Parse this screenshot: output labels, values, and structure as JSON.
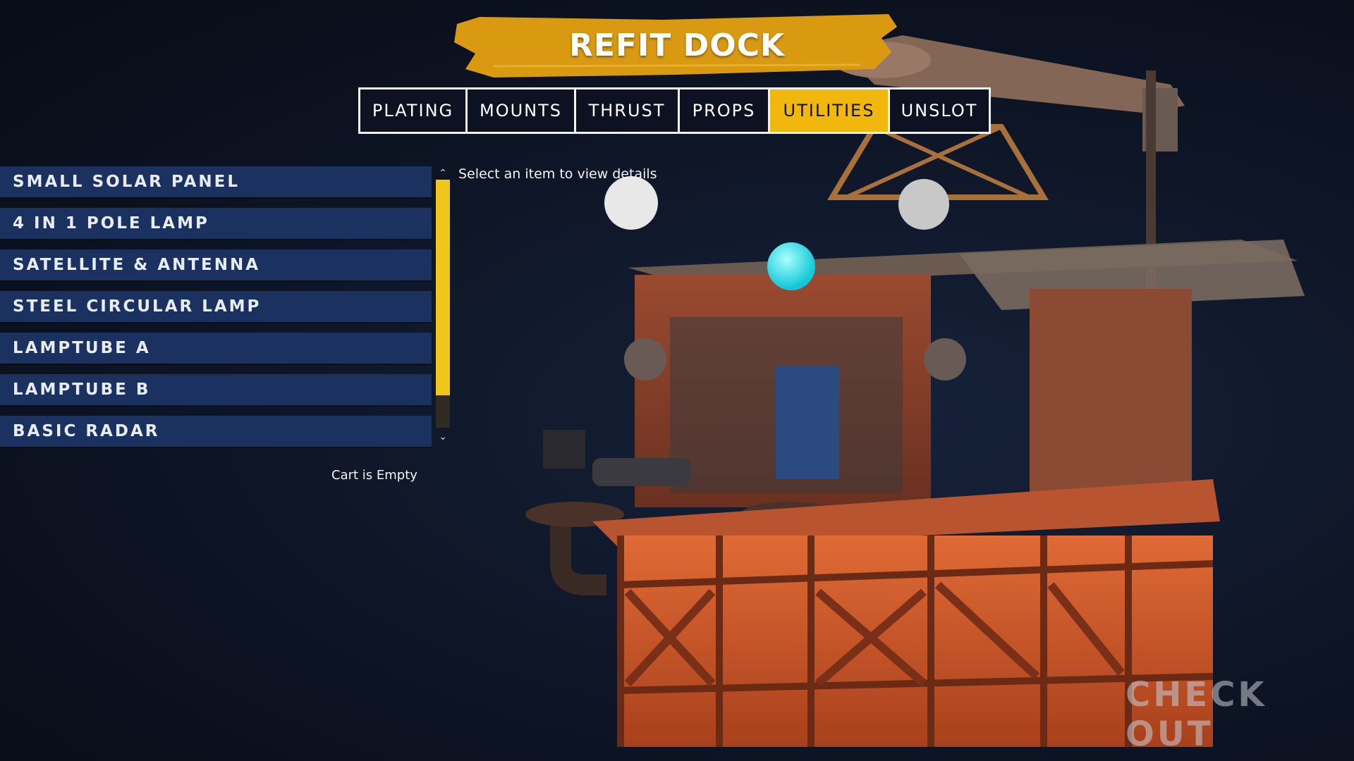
{
  "title": "REFIT DOCK",
  "tabs": [
    {
      "label": "PLATING",
      "active": false
    },
    {
      "label": "MOUNTS",
      "active": false
    },
    {
      "label": "THRUST",
      "active": false
    },
    {
      "label": "PROPS",
      "active": false
    },
    {
      "label": "UTILITIES",
      "active": true
    },
    {
      "label": "UNSLOT",
      "active": false
    }
  ],
  "items": [
    {
      "label": "SMALL SOLAR PANEL"
    },
    {
      "label": "4 IN 1 POLE LAMP"
    },
    {
      "label": "SATELLITE & ANTENNA"
    },
    {
      "label": "STEEL CIRCULAR LAMP"
    },
    {
      "label": "LAMPTUBE A"
    },
    {
      "label": "LAMPTUBE B"
    },
    {
      "label": "BASIC RADAR"
    }
  ],
  "scrollbar": {
    "up_icon": "chevron-up-icon",
    "down_icon": "chevron-down-icon",
    "thumb_fraction": 0.87
  },
  "detail_hint": "Select an item to view details",
  "cart_status": "Cart is Empty",
  "checkout_label": "CHECK OUT",
  "colors": {
    "background": "#0d1424",
    "banner": "#d99a12",
    "active_tab": "#f2b70d",
    "item_bg": "#1b3160",
    "scroll_thumb": "#f0c61c",
    "crate_orange": "#c8562a"
  }
}
